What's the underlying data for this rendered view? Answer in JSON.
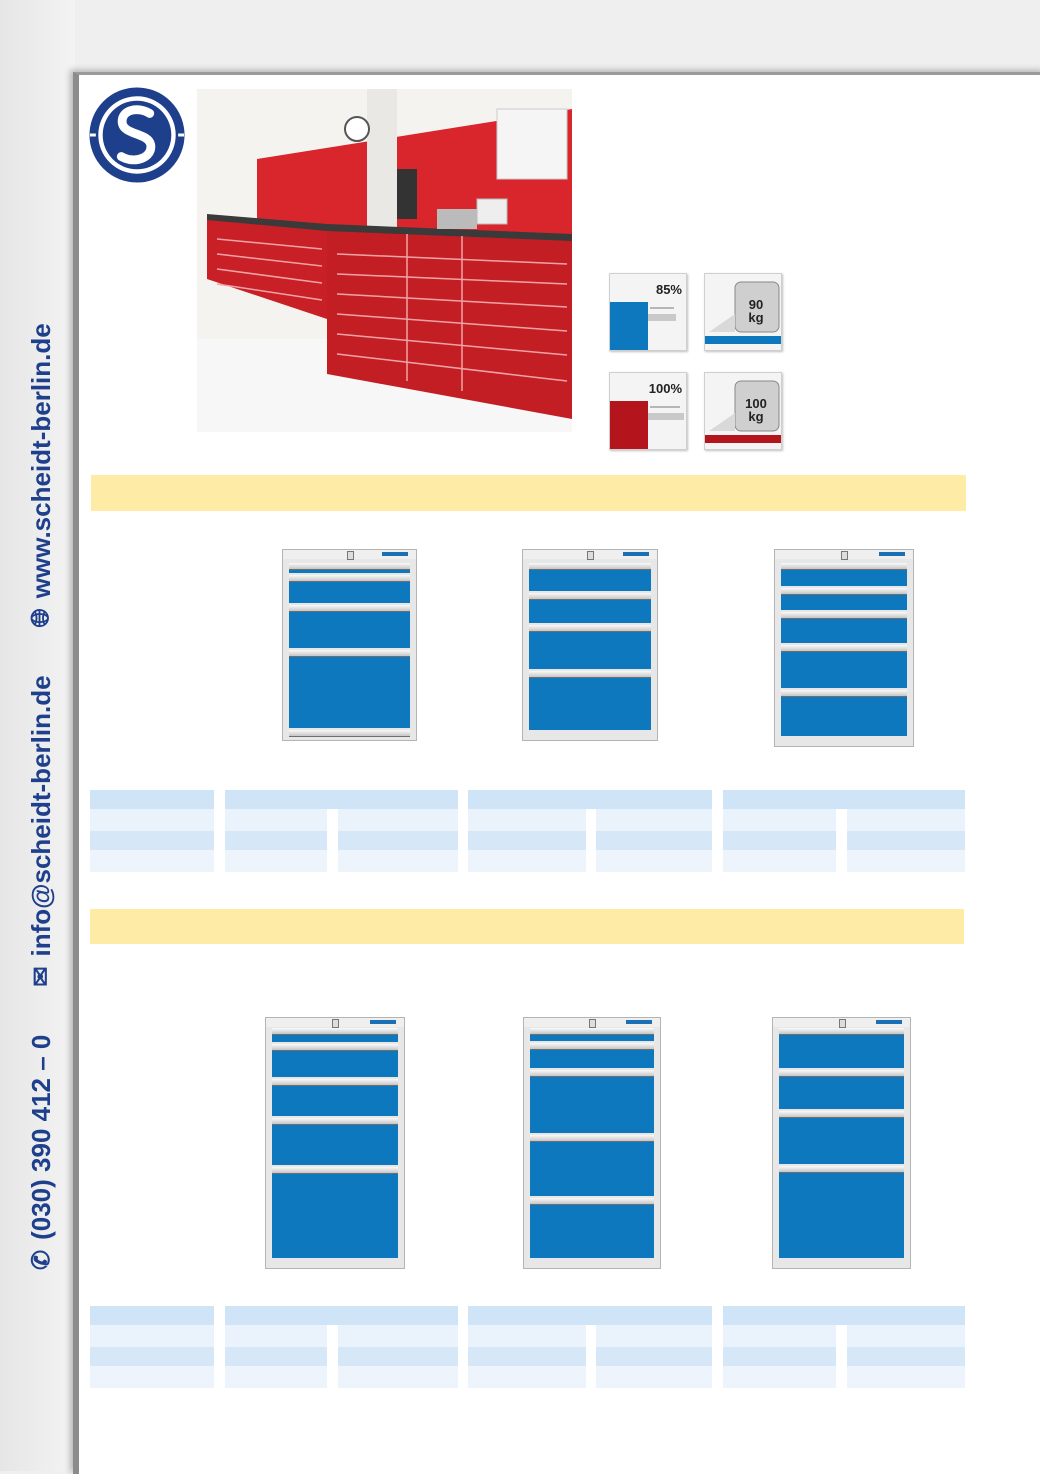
{
  "contact": {
    "phone": "(030) 390 412 – 0",
    "email": "info@scheidt-berlin.de",
    "website": "www.scheidt-berlin.de"
  },
  "icons": {
    "phone": "phone-icon",
    "email": "envelope-icon",
    "web": "globe-icon",
    "logo": "scheidt-logo",
    "extension": "drawer-extension-icon",
    "load": "weight-load-icon"
  },
  "badges": {
    "blue_extension": "85%",
    "blue_load_num": "90",
    "blue_load_unit": "kg",
    "red_extension": "100%",
    "red_load_num": "100",
    "red_load_unit": "kg"
  },
  "colors": {
    "accent_blue": "#0e78bf",
    "accent_red": "#b4141b",
    "header_yellow": "#fdeba6",
    "brand_navy": "#1e3f8c"
  }
}
